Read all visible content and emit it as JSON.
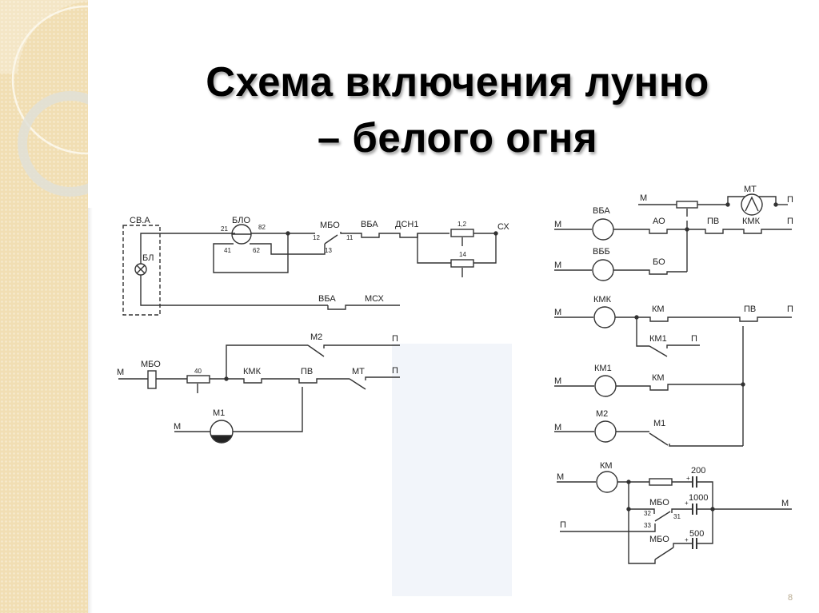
{
  "slide": {
    "title_line1": "Схема включения лунно",
    "title_line2": "– белого огня",
    "page_number": "8",
    "accent_color": "#f1deb3"
  },
  "diagram": {
    "top_left": {
      "sv_a": "СВ.А",
      "bl": "БЛ",
      "blo": "БЛО",
      "blo_pin_21": "21",
      "blo_pin_82": "82",
      "blo_pin_41": "41",
      "blo_pin_62": "62",
      "mbo": "МБО",
      "mbo_pin_12": "12",
      "mbo_pin_11": "11",
      "mbo_pin_13": "13",
      "vba": "ВБА",
      "dsn1": "ДСН1",
      "res_12": "1,2",
      "res_14": "14",
      "sx": "СХ",
      "vba2": "ВБА",
      "msx": "МСХ"
    },
    "bottom_left": {
      "m_left": "М",
      "mbo": "МБО",
      "res_40": "40",
      "kmk": "КМК",
      "pv": "ПВ",
      "mt": "МТ",
      "p1": "П",
      "m2": "М2",
      "p2": "П",
      "m_motor": "М",
      "m1": "М1"
    },
    "right": {
      "mt": "МТ",
      "m_mt": "М",
      "p_mt": "П",
      "m_vba": "М",
      "vba": "ВБА",
      "ao": "АО",
      "pv1": "ПВ",
      "kmk1": "КМК",
      "p_row1": "П",
      "m_vbb": "М",
      "vbb": "ВББ",
      "bo": "БО",
      "m_kmk": "М",
      "kmk": "КМК",
      "km_a": "КМ",
      "pv2": "ПВ",
      "p_row3": "П",
      "km1_contact": "КМ1",
      "p_km1": "П",
      "m_km1": "М",
      "km1": "КМ1",
      "km_b": "КМ",
      "m_m2": "М",
      "m2": "М2",
      "m1": "М1",
      "m_km": "М",
      "km": "КМ",
      "c200": "200",
      "mbo_a": "МБО",
      "c1000": "1000",
      "pin_32": "32",
      "pin_31": "31",
      "pin_33": "33",
      "m_out": "М",
      "p_in": "П",
      "mbo_b": "МБО",
      "c500": "500",
      "plus": "+"
    }
  }
}
